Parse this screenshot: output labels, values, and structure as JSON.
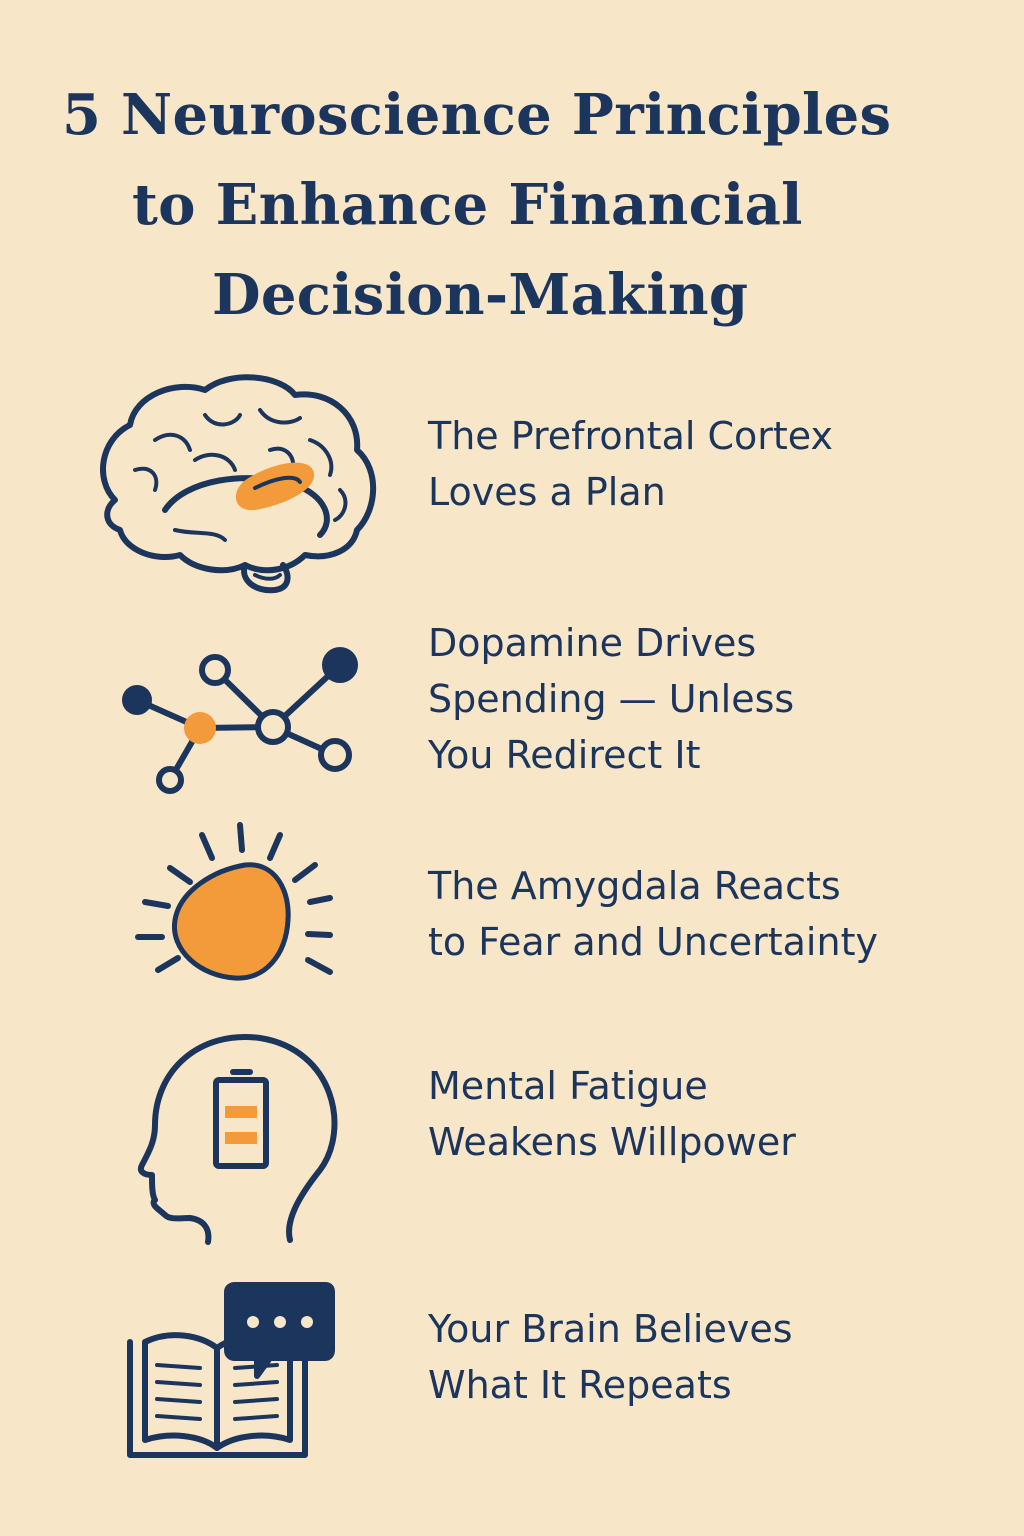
{
  "title": {
    "line1": "5 Neuroscience Principles",
    "line2": "to Enhance Financial",
    "line3": "Decision-Making"
  },
  "colors": {
    "background": "#f8e6c9",
    "navy": "#1b355c",
    "orange": "#f39a3b"
  },
  "principles": [
    {
      "icon": "brain-icon",
      "lines": [
        "The Prefrontal Cortex",
        "Loves a Plan"
      ]
    },
    {
      "icon": "neuron-network-icon",
      "lines": [
        "Dopamine Drives",
        "Spending — Unless",
        "You Redirect It"
      ]
    },
    {
      "icon": "amygdala-alert-icon",
      "lines": [
        "The Amygdala Reacts",
        "to Fear and Uncertainty"
      ]
    },
    {
      "icon": "head-battery-icon",
      "lines": [
        "Mental Fatigue",
        "Weakens Willpower"
      ]
    },
    {
      "icon": "book-speech-bubble-icon",
      "lines": [
        "Your Brain Believes",
        "What It Repeats"
      ]
    }
  ]
}
